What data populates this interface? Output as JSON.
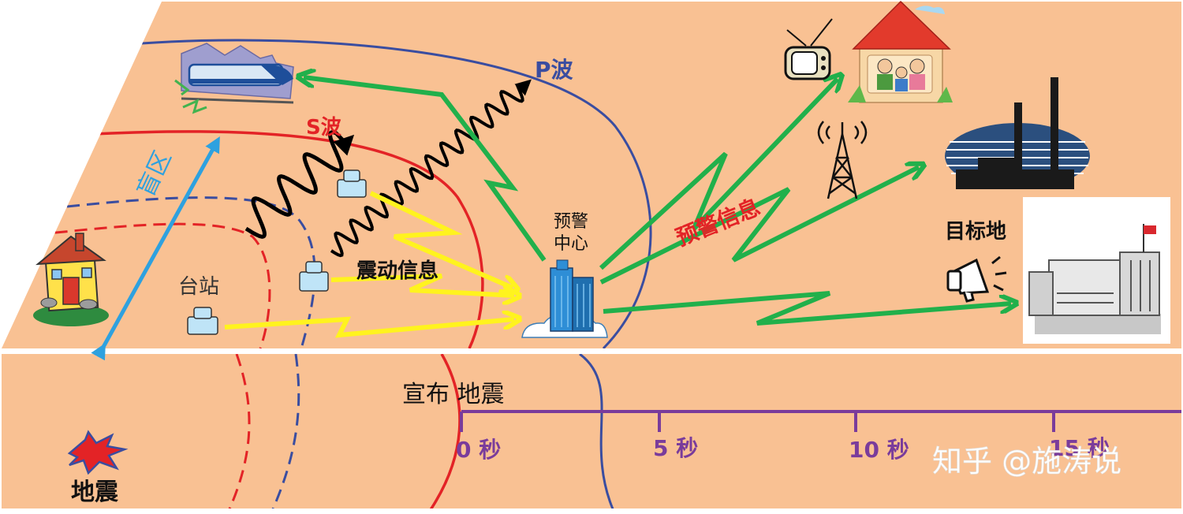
{
  "labels": {
    "p_wave": "P波",
    "s_wave": "S波",
    "blind_zone": "盲区",
    "station": "台站",
    "vibration_info": "震动信息",
    "warning_center_line1": "预警",
    "warning_center_line2": "中心",
    "warning_info": "预警信息",
    "target": "目标地",
    "announce": "宣布 地震",
    "earthquake": "地震",
    "watermark": "知乎 @施涛说"
  },
  "timeline": {
    "ticks": [
      {
        "label": "0 秒"
      },
      {
        "label": "5 秒"
      },
      {
        "label": "10 秒"
      },
      {
        "label": "15 秒"
      }
    ]
  },
  "colors": {
    "ground": "#F9C193",
    "p_wave": "#3A4DA0",
    "s_wave": "#E32326",
    "arrow_green": "#21B04B",
    "arrow_yellow": "#FFF31E",
    "blind_blue": "#2EA1DF",
    "timeline": "#7A3C9B",
    "warning_red": "#E32326",
    "watermark": "#FFFFFF"
  },
  "icons": [
    "train-icon",
    "house-damaged-icon",
    "family-house-icon",
    "tv-icon",
    "radio-tower-icon",
    "factory-icon",
    "building-icon",
    "megaphone-icon",
    "seismic-station-icon",
    "earthquake-star-icon"
  ]
}
